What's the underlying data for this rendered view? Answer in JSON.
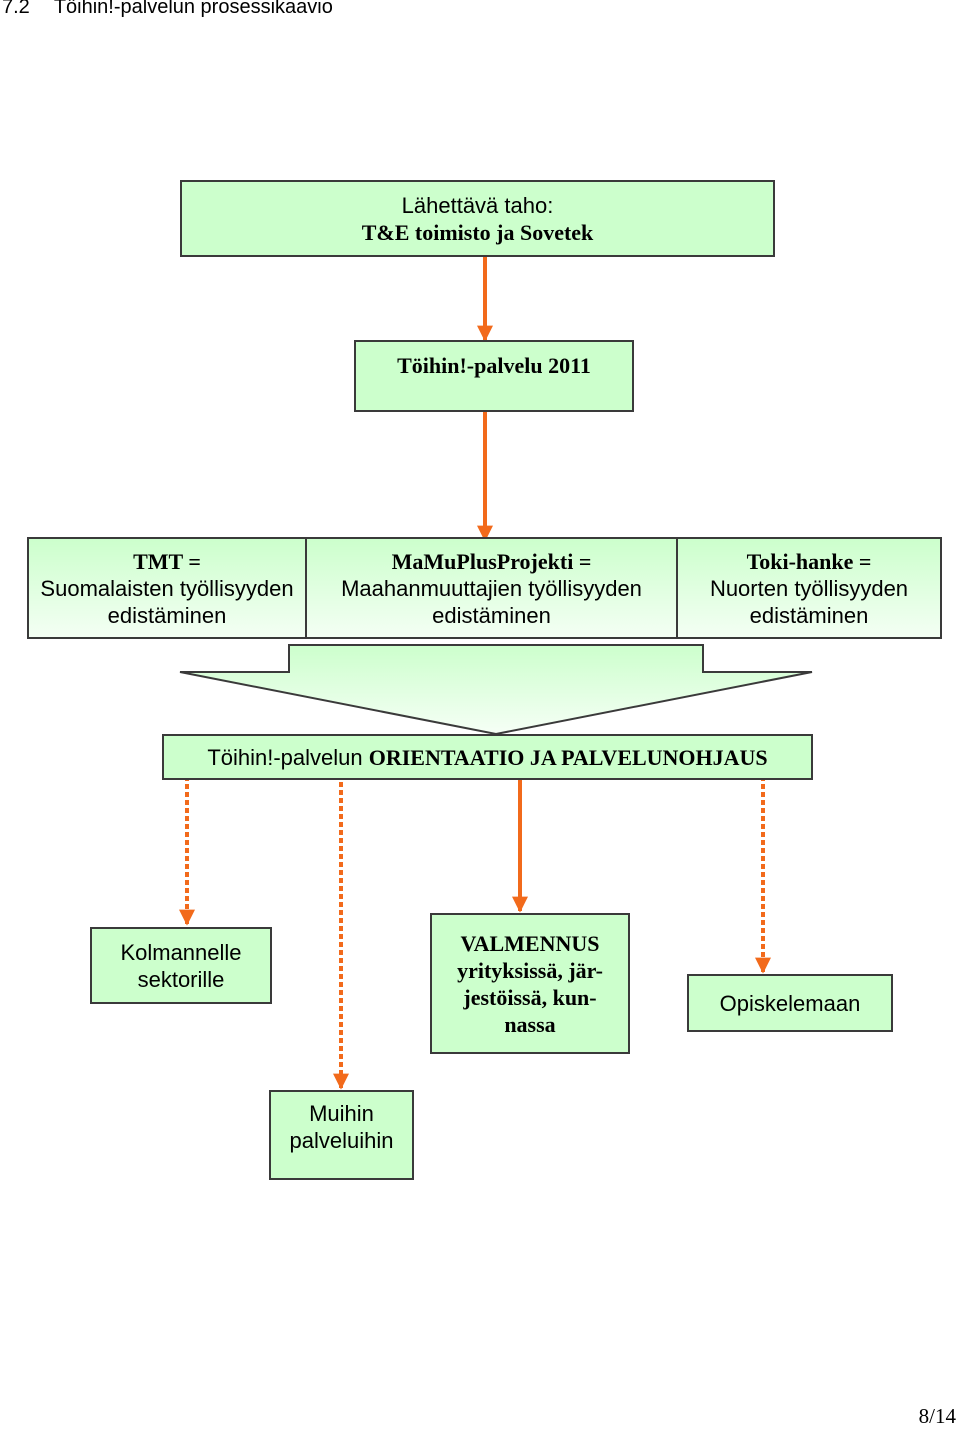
{
  "heading": {
    "number": "7.2",
    "title": "Töihin!-palvelun prosessikaavio"
  },
  "sender": {
    "label": "Lähettävä taho:",
    "name": "T&E toimisto ja Sovetek"
  },
  "service": {
    "label": "Töihin!-palvelu 2011"
  },
  "projects": [
    {
      "title": "TMT =",
      "line1": "Suomalaisten työllisyyden",
      "line2": "edistäminen"
    },
    {
      "title": "MaMuPlusProjekti =",
      "line1": "Maahanmuuttajien työllisyyden",
      "line2": "edistäminen"
    },
    {
      "title": "Toki-hanke =",
      "line1": "Nuorten työllisyyden",
      "line2": "edistäminen"
    }
  ],
  "orientation": {
    "prefix": "Töihin!-palvelun ",
    "bold": "ORIENTAATIO JA PALVELUNOHJAUS"
  },
  "outcomes": {
    "third_sector": {
      "line1": "Kolmannelle",
      "line2": "sektorille"
    },
    "coaching": {
      "line1": "VALMENNUS",
      "line2": "yrityksissä, jär-",
      "line3": "jestöissä, kun-",
      "line4": "nassa"
    },
    "studying": {
      "label": "Opiskelemaan"
    },
    "other_services": {
      "line1": "Muihin",
      "line2": "palveluihin"
    }
  },
  "colors": {
    "arrow": "#f26a1b",
    "box_fill": "#ccffcc",
    "border": "#3a3a3a"
  },
  "page_number": "8/14"
}
